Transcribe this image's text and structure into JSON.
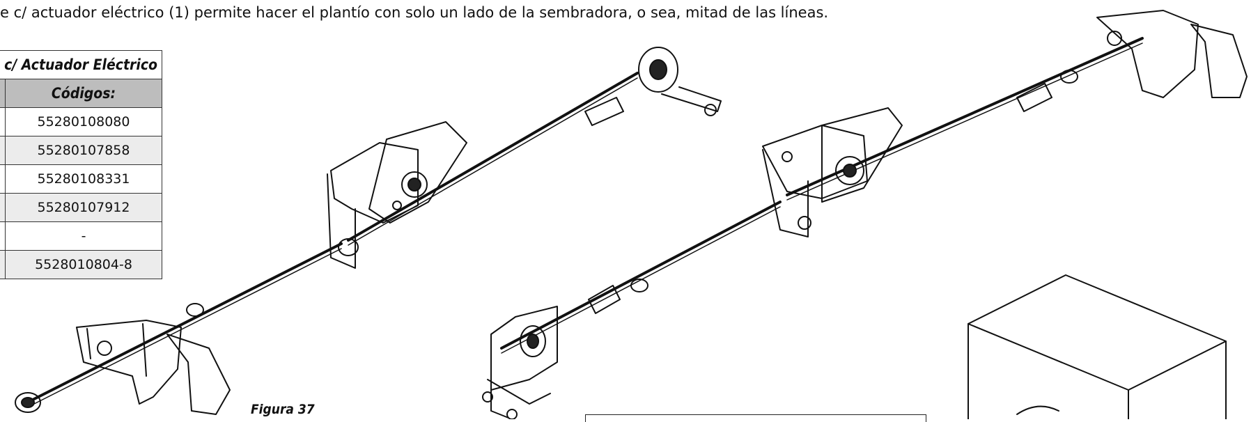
{
  "intro_text": "e c/ actuador eléctrico (1) permite hacer el plantío con solo un lado de la sembradora, o sea, mitad de las líneas.",
  "table": {
    "title": "c/ Actuador Eléctrico",
    "codes_header": "Códigos:",
    "rows": [
      "55280108080",
      "55280107858",
      "55280108331",
      "55280107912",
      "-",
      "5528010804-8"
    ]
  },
  "figure_caption": "Figura 37"
}
